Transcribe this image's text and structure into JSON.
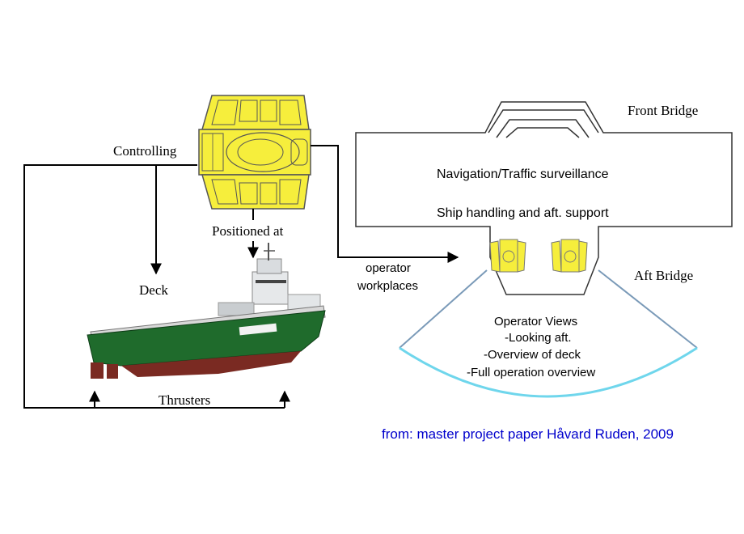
{
  "labels": {
    "controlling": "Controlling",
    "positioned_at": "Positioned at",
    "deck": "Deck",
    "thrusters": "Thrusters",
    "operator_workplaces_1": "operator",
    "operator_workplaces_2": "workplaces",
    "front_bridge": "Front Bridge",
    "aft_bridge": "Aft Bridge",
    "navigation": "Navigation/Traffic surveillance",
    "ship_handling": "Ship handling and aft. support",
    "operator_views_title": "Operator Views",
    "view_1": "-Looking aft.",
    "view_2": "-Overview of deck",
    "view_3": "-Full operation overview"
  },
  "credit": "from: master project paper Håvard Ruden, 2009",
  "colors": {
    "console_yellow": "#f6ee3c",
    "hull_green": "#1f6b2c",
    "hull_red": "#7a2a22",
    "credit_blue": "#0000cc",
    "sector_dark": "#7a9ab8",
    "sector_light": "#6fd6ec"
  }
}
